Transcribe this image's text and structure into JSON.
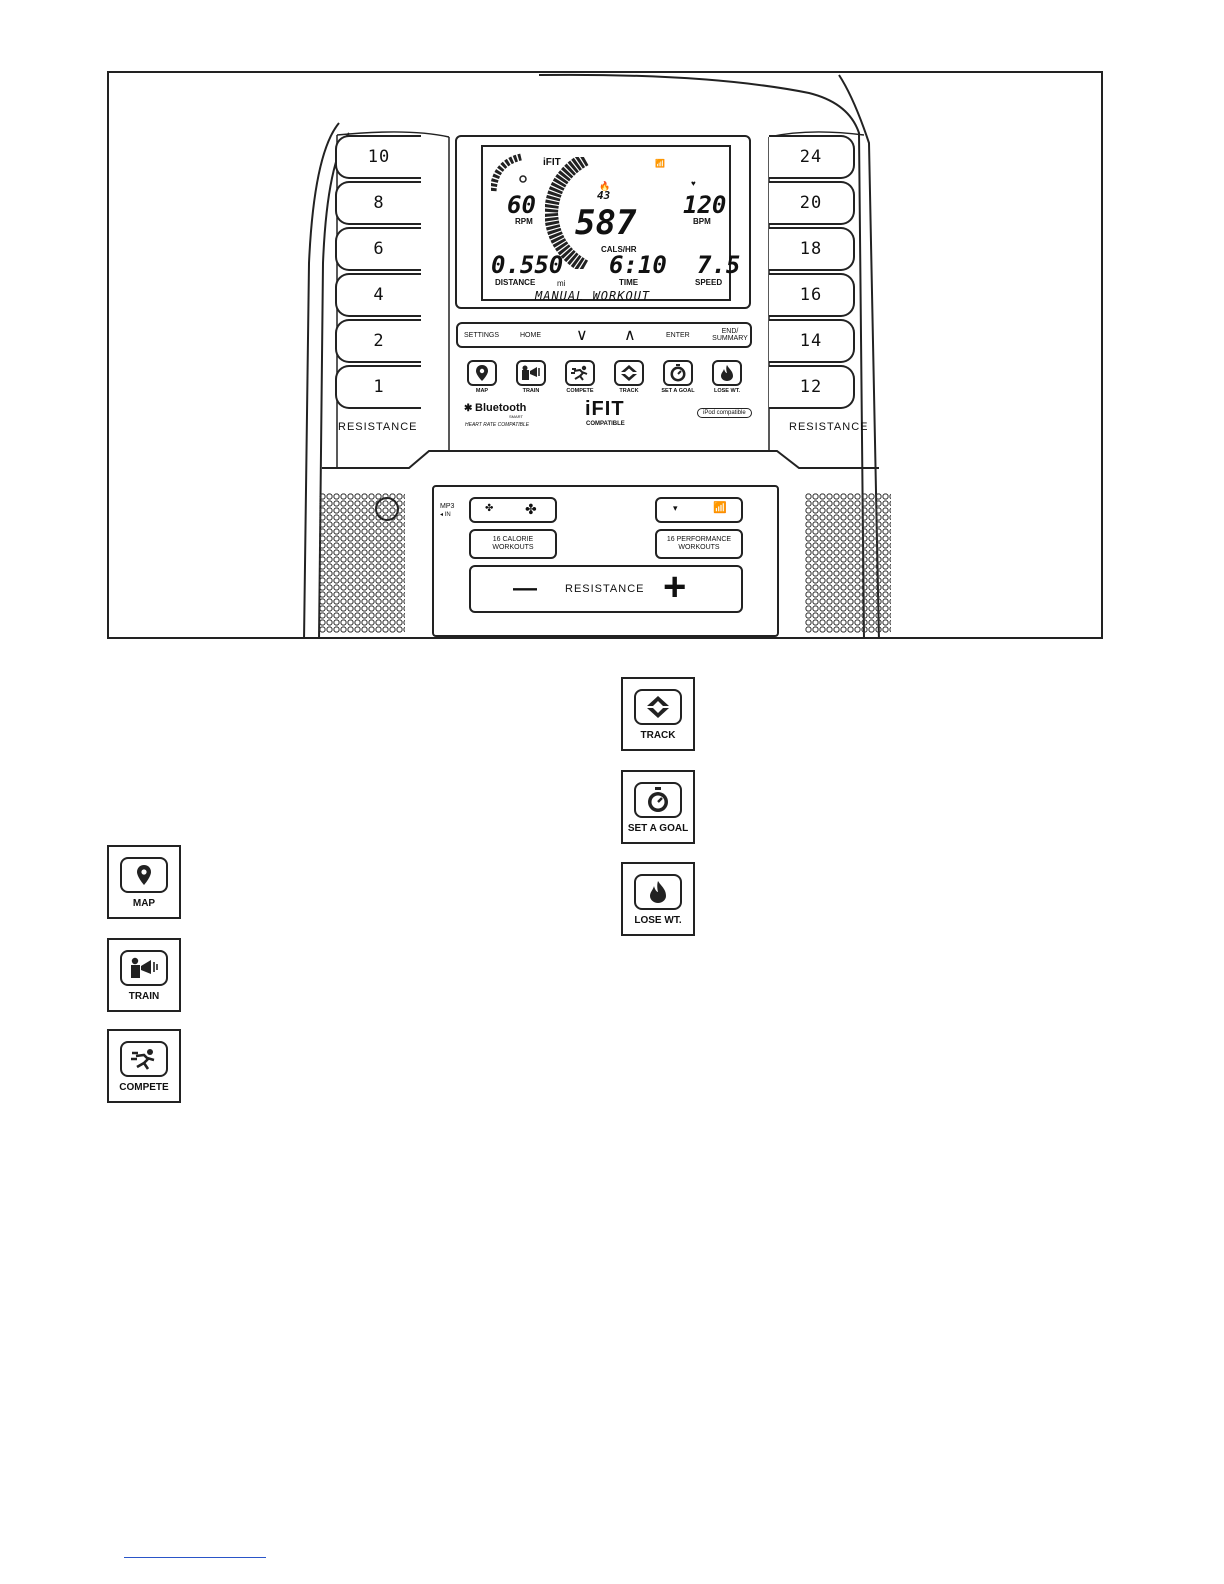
{
  "console": {
    "resistance_left": [
      "10",
      "8",
      "6",
      "4",
      "2",
      "1"
    ],
    "resistance_right": [
      "24",
      "20",
      "18",
      "16",
      "14",
      "12"
    ],
    "resistance_label_left": "RESISTANCE",
    "resistance_label_right": "RESISTANCE",
    "display": {
      "brand": "iFIT",
      "rpm_value": "60",
      "rpm_label": "RPM",
      "incline_value": "43",
      "calories_value": "587",
      "calories_label": "CALS/HR",
      "bpm_value": "120",
      "bpm_label": "BPM",
      "distance_value": "0.550",
      "distance_label": "DISTANCE",
      "distance_unit": "mi",
      "time_value": "6:10",
      "time_label": "TIME",
      "speed_value": "7.5",
      "speed_label": "SPEED",
      "message": "MANUAL WORKOUT"
    },
    "nav": {
      "settings": "SETTINGS",
      "home": "HOME",
      "down": "∨",
      "up": "∧",
      "enter": "ENTER",
      "end_summary": "END/ SUMMARY"
    },
    "programs": [
      "MAP",
      "TRAIN",
      "COMPETE",
      "TRACK",
      "SET A GOAL",
      "LOSE WT."
    ],
    "bluetooth": "Bluetooth",
    "bluetooth_smart": "SMART",
    "heart_rate": "HEART RATE COMPATIBLE",
    "ifit_logo": "iFIT",
    "ifit_compatible": "COMPATIBLE",
    "ipod": "iPod compatible",
    "mp3": "MP3",
    "mp3_in": "◂ IN",
    "calorie_workouts": "16 CALORIE WORKOUTS",
    "performance_workouts": "16 PERFORMANCE WORKOUTS",
    "resistance_bar": "RESISTANCE",
    "minus": "—",
    "plus": "+"
  },
  "cards_left": [
    "MAP",
    "TRAIN",
    "COMPETE"
  ],
  "cards_right": [
    "TRACK",
    "SET A GOAL",
    "LOSE WT."
  ]
}
